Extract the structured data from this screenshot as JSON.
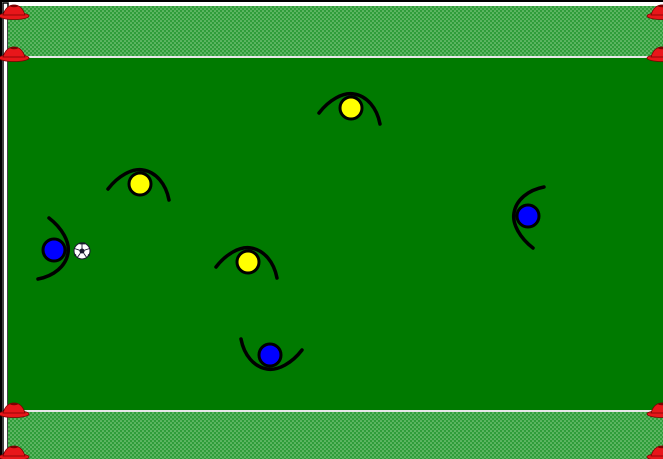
{
  "colors": {
    "grass_main": "#007a00",
    "grass_strip": "#2f9d3a",
    "grass_dot": "#8fd18f",
    "line": "#e8e8e8",
    "frame": "#000000",
    "cone": "#e8161a",
    "team_yellow": "#ffff00",
    "team_blue": "#0000ff",
    "arc": "#000000",
    "ball_white": "#ffffff",
    "ball_black": "#1a1a2e"
  },
  "players": [
    {
      "id": "yellow-1",
      "team": "yellow"
    },
    {
      "id": "yellow-2",
      "team": "yellow"
    },
    {
      "id": "yellow-3",
      "team": "yellow"
    },
    {
      "id": "blue-1",
      "team": "blue"
    },
    {
      "id": "blue-2",
      "team": "blue"
    },
    {
      "id": "blue-3",
      "team": "blue"
    }
  ],
  "cones": [
    "cone",
    "cone",
    "cone",
    "cone",
    "cone",
    "cone",
    "cone",
    "cone"
  ],
  "ball": {
    "icon": "soccer-ball-icon"
  }
}
